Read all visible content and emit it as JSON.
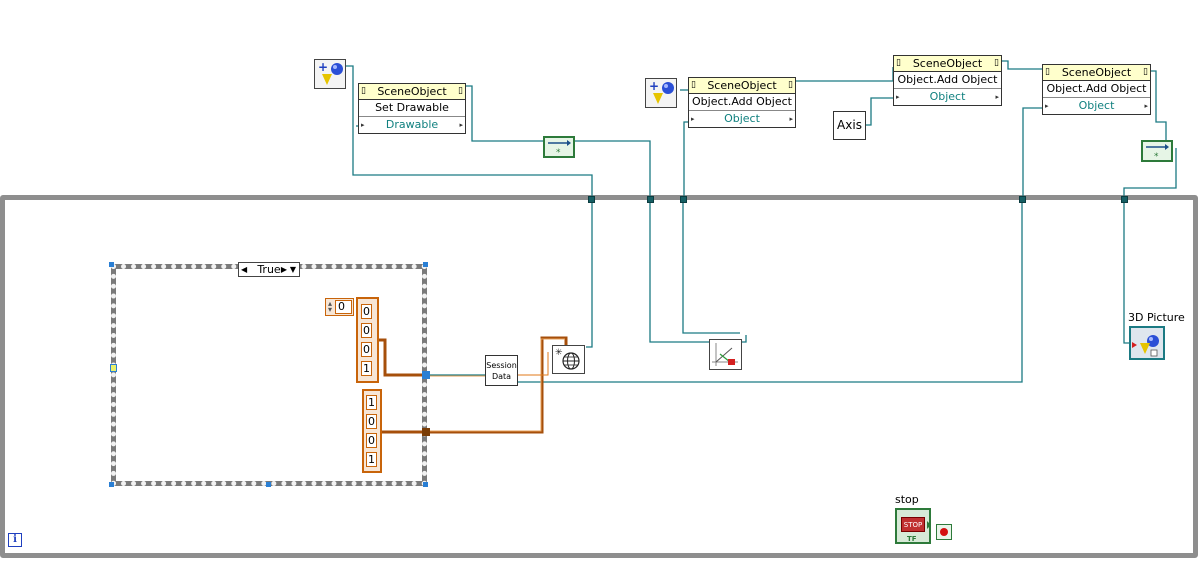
{
  "nodes": {
    "set_drawable": {
      "header": "SceneObject",
      "row1": "Set Drawable",
      "row2": "Drawable"
    },
    "add_object_1": {
      "header": "SceneObject",
      "row1": "Object.Add Object",
      "row2": "Object"
    },
    "add_object_2": {
      "header": "SceneObject",
      "row1": "Object.Add Object",
      "row2": "Object"
    },
    "add_object_3": {
      "header": "SceneObject",
      "row1": "Object.Add Object",
      "row2": "Object"
    }
  },
  "axis_constant": "Axis",
  "case_selector": "True",
  "numeric_const": "0",
  "array1": [
    "0",
    "0",
    "0",
    "1"
  ],
  "array2": [
    "1",
    "0",
    "0",
    "1"
  ],
  "session_data": {
    "line1": "Session",
    "line2": "Data"
  },
  "picture_label": "3D Picture",
  "stop_label": "stop",
  "stop_button_text": "STOP",
  "stop_tf": "TF",
  "iteration_label": "i",
  "colors": {
    "wire_teal": "#1b7a83",
    "wire_orange": "#a64f0b",
    "loop": "#8e8e8e"
  }
}
